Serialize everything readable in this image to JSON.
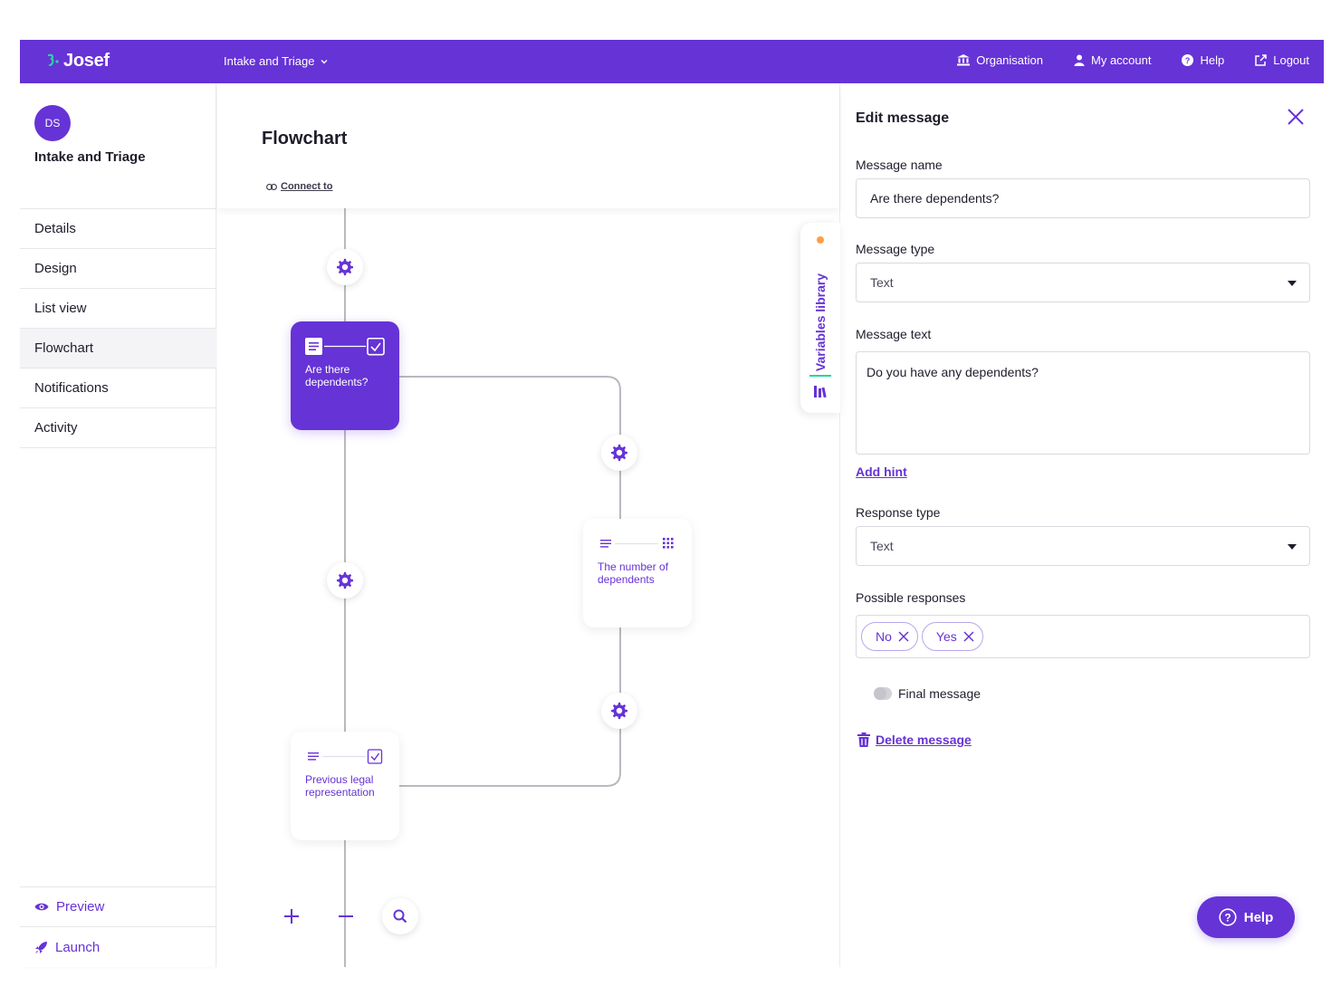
{
  "brand": {
    "name": "Josef",
    "accent": "#6633d6",
    "accent_secondary": "#28d4a0"
  },
  "topbar": {
    "project": "Intake and Triage",
    "nav": {
      "organisation": "Organisation",
      "account": "My account",
      "help": "Help",
      "logout": "Logout"
    }
  },
  "sidebar": {
    "avatar_initials": "DS",
    "project_title": "Intake and Triage",
    "items": [
      {
        "label": "Details"
      },
      {
        "label": "Design"
      },
      {
        "label": "List view"
      },
      {
        "label": "Flowchart",
        "active": true
      },
      {
        "label": "Notifications"
      },
      {
        "label": "Activity"
      }
    ],
    "preview": "Preview",
    "launch": "Launch"
  },
  "canvas": {
    "title": "Flowchart",
    "connect_link": "Connect to",
    "variables_tab": "Variables library",
    "nodes": [
      {
        "label": "Are there dependents?",
        "response_icon": "checkbox-icon",
        "selected": true
      },
      {
        "label": "The number of dependents",
        "response_icon": "keypad-icon",
        "selected": false
      },
      {
        "label": "Previous legal representation",
        "response_icon": "checkbox-icon",
        "selected": false
      }
    ]
  },
  "panel": {
    "title": "Edit message",
    "message_name": {
      "label": "Message name",
      "value": "Are there dependents?"
    },
    "message_type": {
      "label": "Message type",
      "value": "Text"
    },
    "message_text": {
      "label": "Message text",
      "value": "Do you have any dependents?"
    },
    "add_hint": "Add hint",
    "response_type": {
      "label": "Response type",
      "value": "Text"
    },
    "possible_responses": {
      "label": "Possible responses",
      "chips": [
        "No",
        "Yes"
      ]
    },
    "final_message": {
      "label": "Final message",
      "on": false
    },
    "delete": "Delete message"
  },
  "help_button": "Help"
}
